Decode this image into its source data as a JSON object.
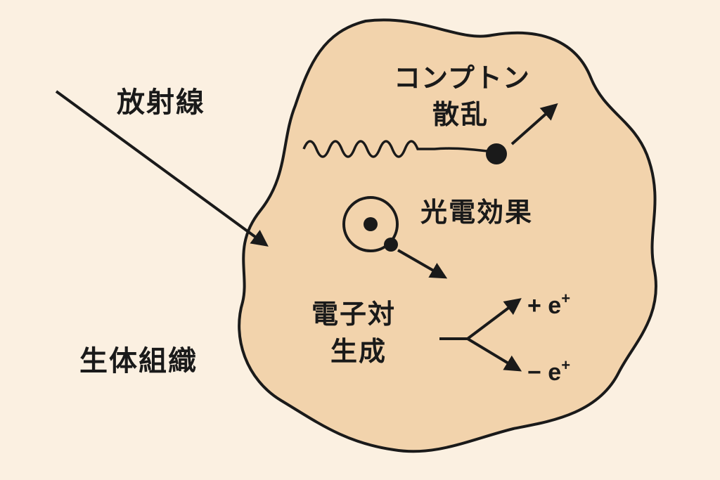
{
  "labels": {
    "radiation": "放射線",
    "tissue": "生体組織",
    "compton_line1": "コンプトン",
    "compton_line2": "散乱",
    "photoelectric": "光電効果",
    "pair_line1": "電子対",
    "pair_line2": "生成",
    "positron_sign": "+ e",
    "positron_sup": "+",
    "electron_sign": "− e",
    "electron_sup": "+"
  },
  "colors": {
    "background": "#fbf0e1",
    "tissue_fill": "#f2d3ac",
    "ink": "#1a1a1a"
  }
}
